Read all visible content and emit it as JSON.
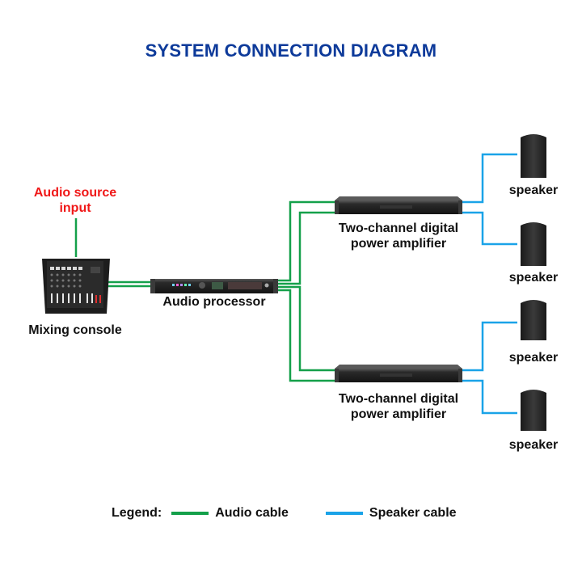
{
  "title": "SYSTEM CONNECTION DIAGRAM",
  "colors": {
    "title": "#0d3a9a",
    "source_label": "#f01818",
    "audio_cable": "#14a04a",
    "speaker_cable": "#1aa3e8",
    "device": "#1c1c1c"
  },
  "nodes": {
    "source": {
      "label_line1": "Audio source",
      "label_line2": "input"
    },
    "mixer": {
      "label": "Mixing console"
    },
    "processor": {
      "label": "Audio processor"
    },
    "amplifiers": [
      {
        "label_line1": "Two-channel digital",
        "label_line2": "power amplifier"
      },
      {
        "label_line1": "Two-channel digital",
        "label_line2": "power amplifier"
      }
    ],
    "speakers": [
      {
        "label": "speaker"
      },
      {
        "label": "speaker"
      },
      {
        "label": "speaker"
      },
      {
        "label": "speaker"
      }
    ]
  },
  "legend": {
    "heading": "Legend:",
    "items": [
      {
        "label": "Audio cable",
        "type": "audio"
      },
      {
        "label": "Speaker cable",
        "type": "speaker"
      }
    ]
  }
}
